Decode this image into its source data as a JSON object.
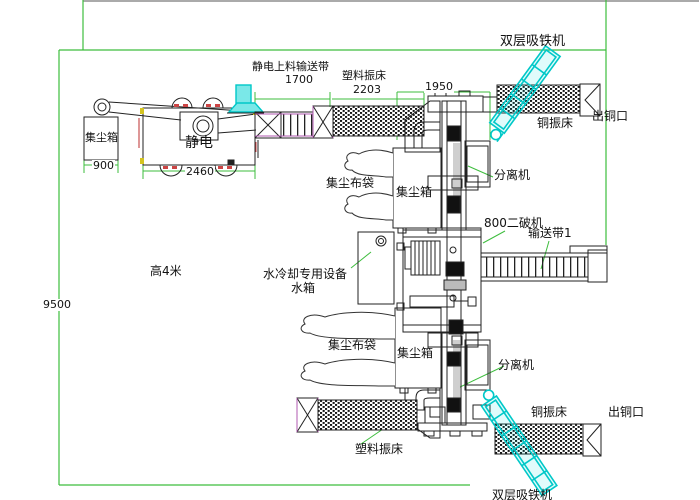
{
  "diagram": {
    "labels": {
      "magnet_top": "双层吸铁机",
      "magnet_bottom": "双层吸铁机",
      "feed_conveyor": "静电上料输送带",
      "plastic_bed_top": "塑料振床",
      "plastic_bed_bottom": "塑料振床",
      "electrostatic": "静电",
      "dust_box_left": "集尘箱",
      "dust_box_top": "集尘箱",
      "dust_box_bottom": "集尘箱",
      "dust_bag_top": "集尘布袋",
      "dust_bag_bottom": "集尘布袋",
      "copper_bed_top": "铜振床",
      "copper_bed_bottom": "铜振床",
      "copper_outlet_top": "出铜口",
      "copper_outlet_bottom": "出铜口",
      "separator_top": "分离机",
      "separator_bottom": "分离机",
      "crusher": "800二破机",
      "belt1": "输送带1",
      "water_cooling_line1": "水冷却专用设备",
      "water_cooling_line2": "水箱",
      "height_note": "高4米"
    },
    "dimensions": {
      "dust_box_left_width": "900",
      "electrostatic_width": "2460",
      "feed_conveyor_length": "1700",
      "plastic_bed_length": "2203",
      "separator_width": "1950",
      "site_length": "9500"
    },
    "colors": {
      "boundary_green": "#3dbd3d",
      "machine_cyan": "#00c8c8",
      "accent_magenta": "#b05ab0",
      "accent_red": "#cc4444",
      "accent_yellow": "#d4c420",
      "line": "#222222"
    }
  }
}
